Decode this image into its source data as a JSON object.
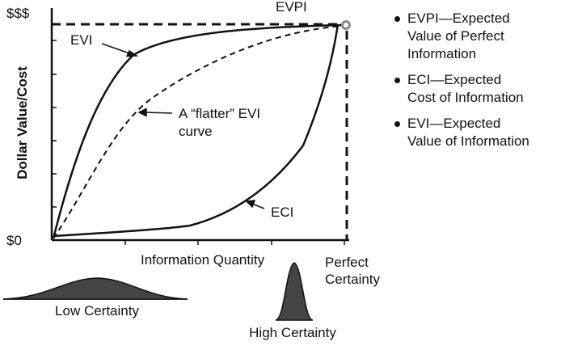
{
  "axis": {
    "y_label": "Dollar Value/Cost",
    "y_top": "$$$",
    "y_bottom": "$0",
    "x_label": "Information Quantity",
    "x_end_line1": "Perfect",
    "x_end_line2": "Certainty"
  },
  "annotations": {
    "evpi": "EVPI",
    "evi": "EVI",
    "flatter_line1": "A “flatter” EVI",
    "flatter_line2": "curve",
    "eci": "ECI"
  },
  "distributions": {
    "low": "Low Certainty",
    "high": "High Certainty"
  },
  "legend": [
    {
      "text": "EVPI—Expected\nValue of Perfect\nInformation"
    },
    {
      "text": "ECI—Expected\nCost of Information"
    },
    {
      "text": "EVI—Expected\nValue of Information"
    }
  ],
  "colors": {
    "line": "#111111",
    "fill": "#444444",
    "marker": "#888888"
  }
}
